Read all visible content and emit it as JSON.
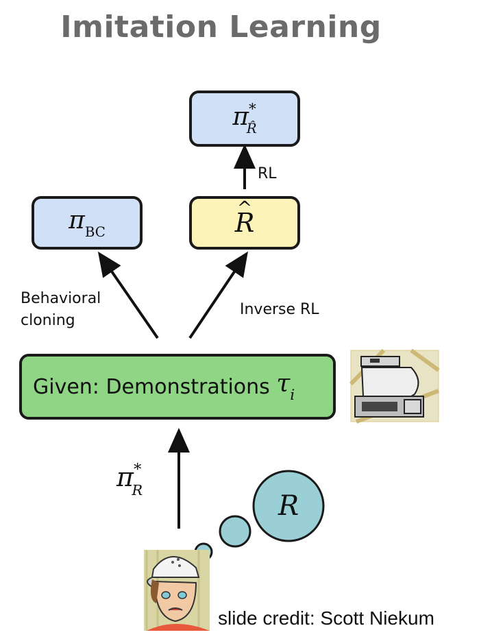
{
  "title": "Imitation Learning",
  "nodes": {
    "pi_r_hat_star": {
      "symbol": "π",
      "superscript": "*",
      "subscript": "R̂"
    },
    "pi_bc": {
      "symbol": "π",
      "subscript": "BC"
    },
    "r_hat": {
      "symbol": "R"
    },
    "demonstrations": {
      "text": "Given: Demonstrations ",
      "symbol": "τ",
      "subscript": "i"
    },
    "pi_r_star": {
      "symbol": "π",
      "superscript": "*",
      "subscript": "R"
    },
    "reward_thought": {
      "symbol": "R"
    }
  },
  "edges": {
    "rl": "RL",
    "behavioral_cloning": [
      "Behavioral",
      "cloning"
    ],
    "inverse_rl": "Inverse RL"
  },
  "credit": "slide credit: Scott Niekum",
  "colors": {
    "box_blue": "#cfe0f7",
    "box_yellow": "#fcf3b8",
    "box_green": "#8fd585",
    "thought_circle": "#9acfd6",
    "title": "#6b6b6b",
    "stroke": "#1a1a1a"
  },
  "icons": [
    "robot-photo-icon",
    "person-cartoon-icon"
  ]
}
